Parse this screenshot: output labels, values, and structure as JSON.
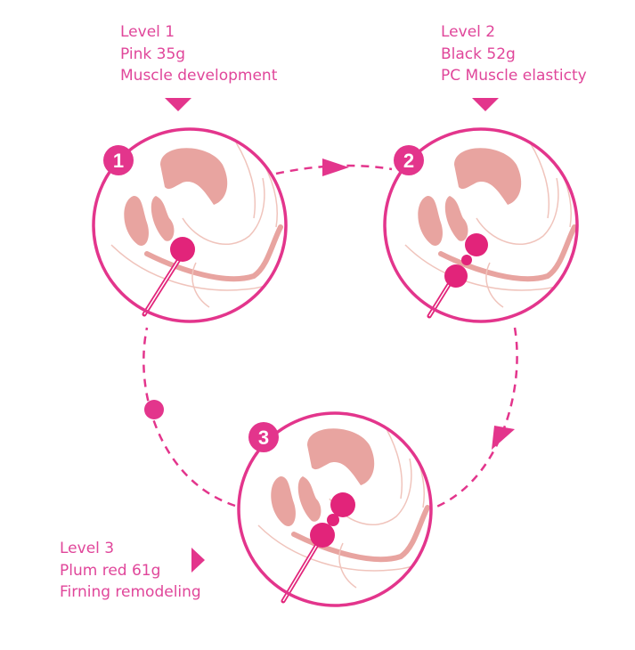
{
  "colors": {
    "accent": "#e3358c",
    "tissue": "#e8a4a0",
    "line": "#f0c4bc",
    "ball": "#e2247a"
  },
  "stages": [
    {
      "number": "1",
      "lines": [
        "Level 1",
        "Pink 35g",
        "Muscle development"
      ],
      "balls": 1
    },
    {
      "number": "2",
      "lines": [
        "Level 2",
        "Black 52g",
        "PC Muscle elasticty"
      ],
      "balls": 2
    },
    {
      "number": "3",
      "lines": [
        "Level 3",
        "Plum red 61g",
        "Firning remodeling"
      ],
      "balls": 2
    }
  ]
}
